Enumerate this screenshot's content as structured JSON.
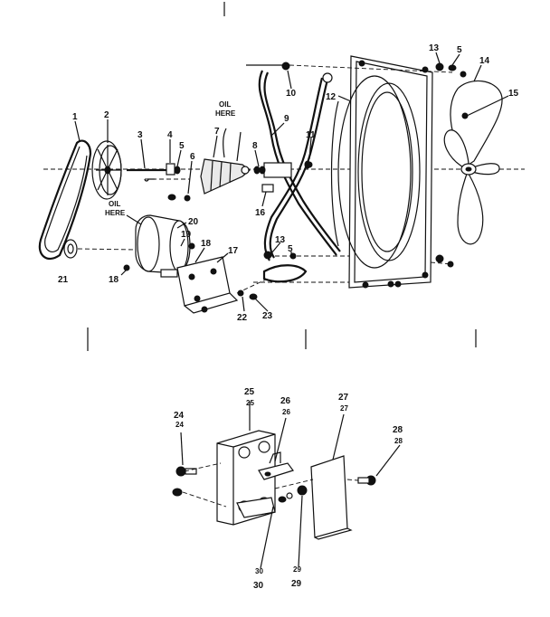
{
  "callouts": {
    "n1": "1",
    "n2": "2",
    "n3": "3",
    "n4": "4",
    "n5": "5",
    "n6": "6",
    "n7": "7",
    "n8": "8",
    "n9": "9",
    "n10": "10",
    "n11": "11",
    "n12": "12",
    "n13": "13",
    "n14": "14",
    "n15": "15",
    "n16": "16",
    "n17": "17",
    "n18": "18",
    "n19": "19",
    "n20": "20",
    "n21": "21",
    "n22": "22",
    "n23": "23",
    "n24": "24",
    "n25": "25",
    "n26": "26",
    "n27": "27",
    "n28": "28",
    "n29": "29",
    "n30": "30"
  },
  "notes": {
    "oil_here_line1": "OIL",
    "oil_here_line2": "HERE"
  }
}
